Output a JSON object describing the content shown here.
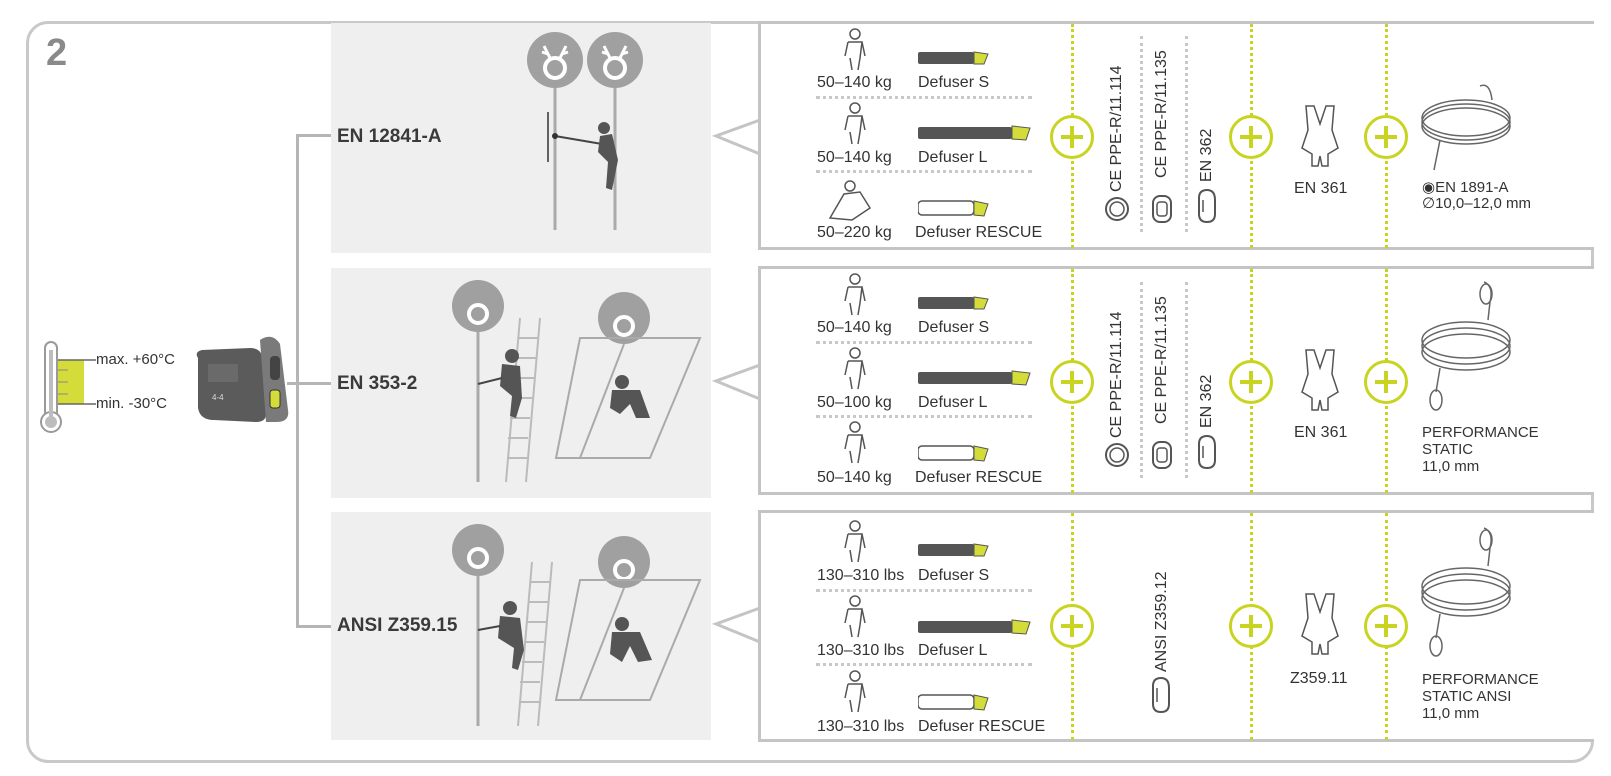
{
  "section_number": "2",
  "temperature": {
    "max": "max. +60°C",
    "min": "min. -30°C"
  },
  "colors": {
    "accent": "#c8d41f",
    "panel": "#efefef",
    "frame": "#c9c9c9",
    "figure": "#555555"
  },
  "rows": [
    {
      "standard": "EN 12841-A",
      "defusers": [
        {
          "weight": "50–140 kg",
          "name": "Defuser S"
        },
        {
          "weight": "50–140 kg",
          "name": "Defuser L"
        },
        {
          "weight": "50–220 kg",
          "name": "Defuser RESCUE"
        }
      ],
      "connectors": [
        "CE PPE-R/11.114",
        "CE PPE-R/11.135",
        "EN 362"
      ],
      "harness": "EN 361",
      "rope": "EN 1891-A",
      "rope_diameter": "10,0–12,0 mm"
    },
    {
      "standard": "EN 353-2",
      "defusers": [
        {
          "weight": "50–140 kg",
          "name": "Defuser S"
        },
        {
          "weight": "50–100 kg",
          "name": "Defuser L"
        },
        {
          "weight": "50–140 kg",
          "name": "Defuser RESCUE"
        }
      ],
      "connectors": [
        "CE PPE-R/11.114",
        "CE PPE-R/11.135",
        "EN 362"
      ],
      "harness": "EN 361",
      "rope_lines": "PERFORMANCE\nSTATIC\n11,0 mm"
    },
    {
      "standard": "ANSI Z359.15",
      "defusers": [
        {
          "weight": "130–310 lbs",
          "name": "Defuser S"
        },
        {
          "weight": "130–310 lbs",
          "name": "Defuser L"
        },
        {
          "weight": "130–310 lbs",
          "name": "Defuser RESCUE"
        }
      ],
      "connectors": [
        "ANSI Z359.12"
      ],
      "harness": "Z359.11",
      "rope_lines": "PERFORMANCE\nSTATIC ANSI\n11,0 mm"
    }
  ]
}
